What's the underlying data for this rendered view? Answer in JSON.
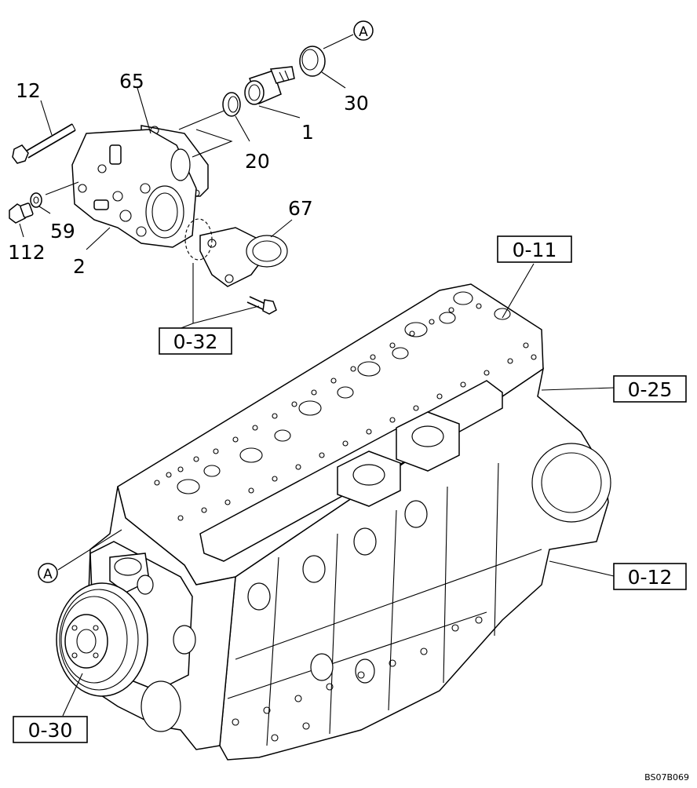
{
  "callouts": {
    "c12": "12",
    "c65": "65",
    "c1": "1",
    "c20": "20",
    "c30": "30",
    "c59": "59",
    "c112": "112",
    "c2": "2",
    "c67": "67"
  },
  "ref_boxes": {
    "r011": "0-11",
    "r032": "0-32",
    "r025": "0-25",
    "r012": "0-12",
    "r030": "0-30"
  },
  "circle_refs": {
    "top": "A",
    "bottom": "A"
  },
  "drawing_code": "BS07B069"
}
